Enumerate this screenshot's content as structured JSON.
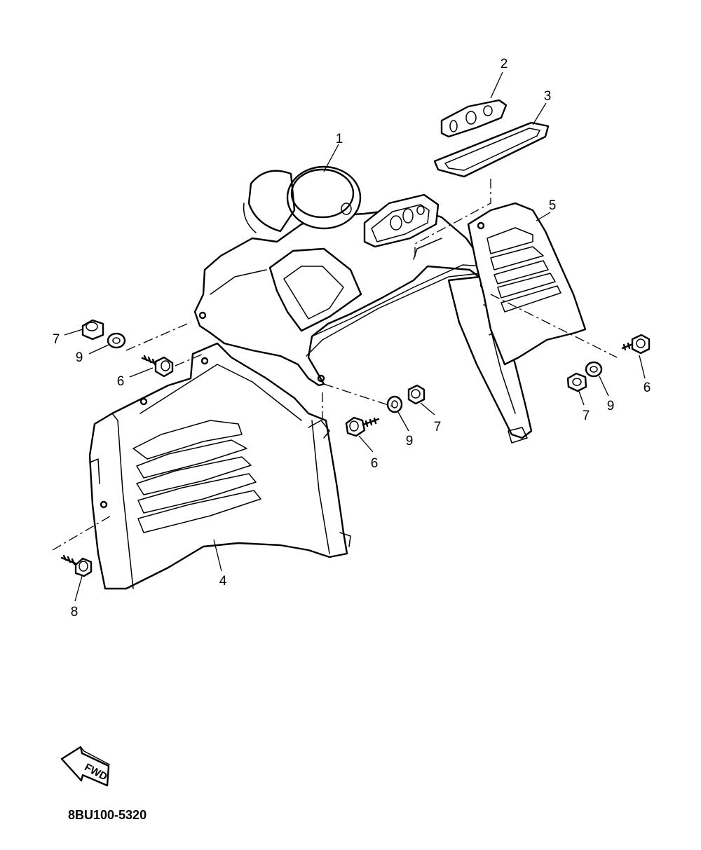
{
  "diagram": {
    "parts": [
      {
        "id": "p1",
        "label": "1"
      },
      {
        "id": "p2",
        "label": "2"
      },
      {
        "id": "p3",
        "label": "3"
      },
      {
        "id": "p4",
        "label": "4"
      },
      {
        "id": "p5",
        "label": "5"
      },
      {
        "id": "p6a",
        "label": "6"
      },
      {
        "id": "p6b",
        "label": "6"
      },
      {
        "id": "p6c",
        "label": "6"
      },
      {
        "id": "p7a",
        "label": "7"
      },
      {
        "id": "p7b",
        "label": "7"
      },
      {
        "id": "p7c",
        "label": "7"
      },
      {
        "id": "p8",
        "label": "8"
      },
      {
        "id": "p9a",
        "label": "9"
      },
      {
        "id": "p9b",
        "label": "9"
      },
      {
        "id": "p9c",
        "label": "9"
      }
    ],
    "direction_label": "FWD",
    "diagram_code": "8BU100-5320"
  }
}
